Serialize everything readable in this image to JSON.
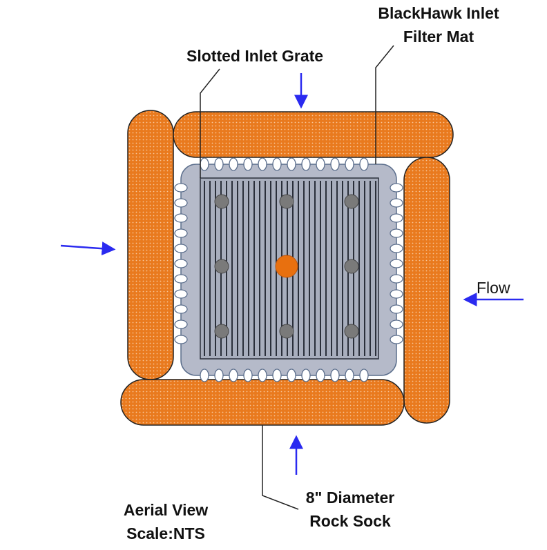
{
  "labels": {
    "blackhawk_line1": "BlackHawk Inlet",
    "blackhawk_line2": "Filter Mat",
    "slotted_grate": "Slotted Inlet Grate",
    "flow": "Flow",
    "rock_sock_line1": "8\" Diameter",
    "rock_sock_line2": "Rock Sock",
    "aerial_line1": "Aerial View",
    "aerial_line2": "Scale:NTS"
  },
  "colors": {
    "rock_sock_fill": "#E97A1E",
    "rock_sock_dots": "#F8C79A",
    "filter_mat_fill": "#B5BAC9",
    "filter_mat_stroke": "#5B6E8C",
    "grate_fill": "#A8AEBD",
    "grate_slot": "#2A2F3A",
    "bolt_gray": "#7A7A7A",
    "center_bolt": "#E8700F",
    "flow_arrow": "#2A2AF0",
    "leader_line": "#222222"
  },
  "icons": [
    "flow-arrow-icon",
    "bolt-icon"
  ]
}
